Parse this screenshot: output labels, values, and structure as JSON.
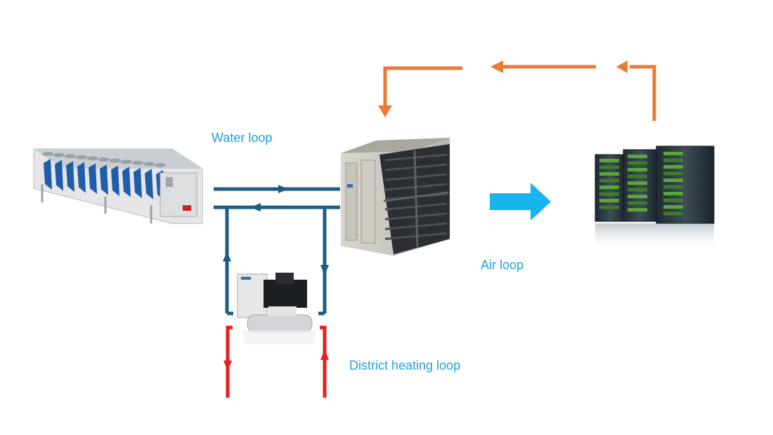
{
  "labels": {
    "water_loop": "Water loop",
    "air_loop": "Air loop",
    "district_heating_loop": "District heating loop"
  },
  "colors": {
    "label_text": "#1ea1e0",
    "water_loop": "#1c5d86",
    "exhaust_air": "#ec7a33",
    "supply_air": "#18b4ee",
    "district_heating": "#ee1c1c"
  },
  "equipment": [
    {
      "name": "air-cooled-chiller-icon"
    },
    {
      "name": "air-handling-unit-icon"
    },
    {
      "name": "server-racks-icon"
    },
    {
      "name": "heat-pump-icon"
    }
  ]
}
